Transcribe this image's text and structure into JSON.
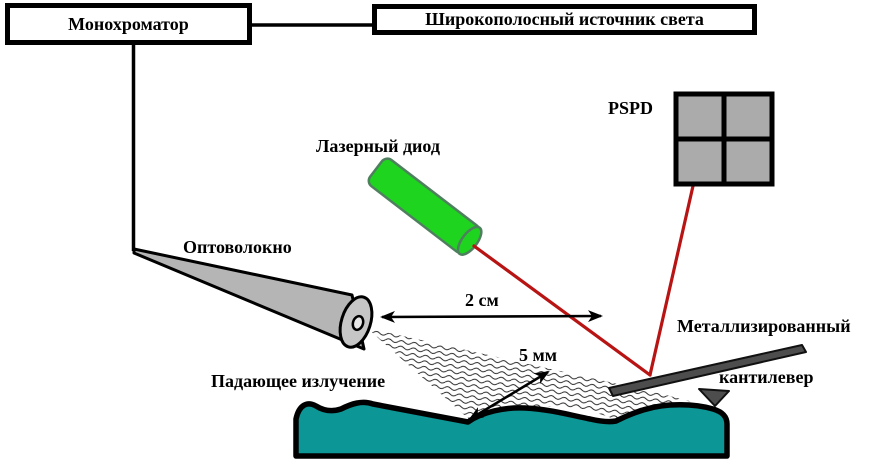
{
  "boxes": {
    "monochromator": "Монохроматор",
    "light_source": "Широкополосный источник света"
  },
  "labels": {
    "pspd": "PSPD",
    "laser_diode": "Лазерный диод",
    "optical_fiber": "Оптоволокно",
    "incident_radiation": "Падающее излучение",
    "distance_horizontal": "2 см",
    "distance_diagonal": "5 мм",
    "cantilever_line1": "Металлизированный",
    "cantilever_line2": "кантилевер"
  },
  "colors": {
    "beam_red": "#b81414",
    "laser_green": "#1ed41e",
    "laser_outline": "#4e7f5e",
    "surface_teal": "#0d9696",
    "detector_gray": "#ababab",
    "fiber_gray": "#b5b5b5",
    "fiber_cap_gray": "#c6c6c6",
    "cantilever_gray": "#4d4d4d"
  }
}
